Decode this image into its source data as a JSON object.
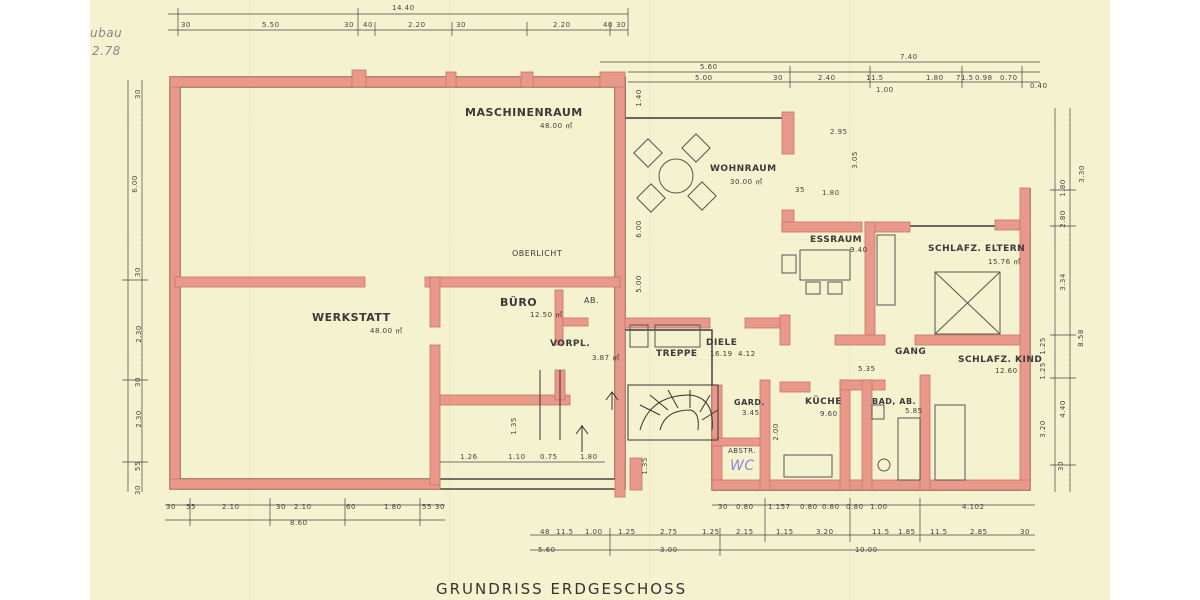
{
  "title": "GRUNDRISS ERDGESCHOSS",
  "corner_note": [
    "ubau",
    "2.78"
  ],
  "colors": {
    "wall": "#e8998a",
    "wall_edge": "#c77366",
    "line": "#3b3b3b",
    "paper": "#f5f2cf"
  },
  "rooms": {
    "maschinenraum": {
      "name": "MASCHINENRAUM",
      "area": "48.00 ㎡"
    },
    "werkstatt": {
      "name": "WERKSTATT",
      "area": "48.00 ㎡"
    },
    "oberlicht": {
      "name": "OBERLICHT"
    },
    "buero": {
      "name": "BÜRO",
      "area": "12.50 ㎡"
    },
    "ab": {
      "name": "AB."
    },
    "vorpl": {
      "name": "VORPL.",
      "area": "3.87 ㎡"
    },
    "wohnraum": {
      "name": "WOHNRAUM",
      "area": "30.00 ㎡"
    },
    "essraum": {
      "name": "ESSRAUM",
      "area": "9.40"
    },
    "schlaf_eltern": {
      "name": "SCHLAFZ. ELTERN",
      "area": "15.76 ㎡"
    },
    "treppe": {
      "name": "TREPPE",
      "area": "16.19"
    },
    "diele": {
      "name": "DIELE",
      "area": "4.12"
    },
    "gang": {
      "name": "GANG",
      "area": "5.35"
    },
    "schlaf_kind": {
      "name": "SCHLAFZ. KIND",
      "area": "12.60"
    },
    "gard": {
      "name": "GARD.",
      "area": "3.45"
    },
    "kueche": {
      "name": "KÜCHE",
      "area": "9.60"
    },
    "bad": {
      "name": "BAD, AB.",
      "area": "5.85"
    },
    "abstr": {
      "name": "ABSTR."
    },
    "wc": {
      "name": "WC"
    }
  },
  "dimensions": {
    "top_total": "14.40",
    "top_row": [
      "30",
      "5.50",
      "30",
      "40",
      "2.20",
      "30",
      "2.20",
      "40",
      "30"
    ],
    "right_top_total": "7.40",
    "right_top_sub": "5.60",
    "right_top_row": [
      "5.00",
      "30",
      "2.40",
      "11.5",
      "1.00",
      "1.80",
      "71.5",
      "0.98",
      "0.70",
      "0.40"
    ],
    "inner": [
      "2.95",
      "3.05",
      "35",
      "1.80",
      "1.40",
      "6.00",
      "5.00",
      "2.00",
      "1.35",
      "1.25",
      "1.35"
    ],
    "left_total": "6.00",
    "left_segments": [
      "30",
      "30",
      "2.30",
      "30",
      "2.30",
      "55",
      "30"
    ],
    "right_total": "8.58",
    "right_segments": [
      "3.30",
      "1.80",
      "2.80",
      "3.34",
      "1.25",
      "4.40",
      "3.20",
      "30"
    ],
    "bottom_left_total": "8.60",
    "bottom_left_row": [
      "30",
      "55",
      "2.10",
      "30",
      "2.10",
      "60",
      "1.80",
      "55",
      "30"
    ],
    "bottom_mid_row": [
      "1.26",
      "1.10",
      "0.75",
      "1.80"
    ],
    "bottom_right_row": [
      "30",
      "0.80",
      "1.157",
      "0.80",
      "0.80",
      "0.80",
      "1.00",
      "4.102"
    ],
    "bottom_lower_row": [
      "48",
      "11.5",
      "1.00",
      "1.25",
      "2.75",
      "1.25",
      "2.15",
      "1.15",
      "3.20",
      "11.5",
      "1.85",
      "11.5",
      "2.85",
      "30"
    ],
    "bottom_totals": [
      "5.60",
      "3.00",
      "10.00"
    ]
  }
}
